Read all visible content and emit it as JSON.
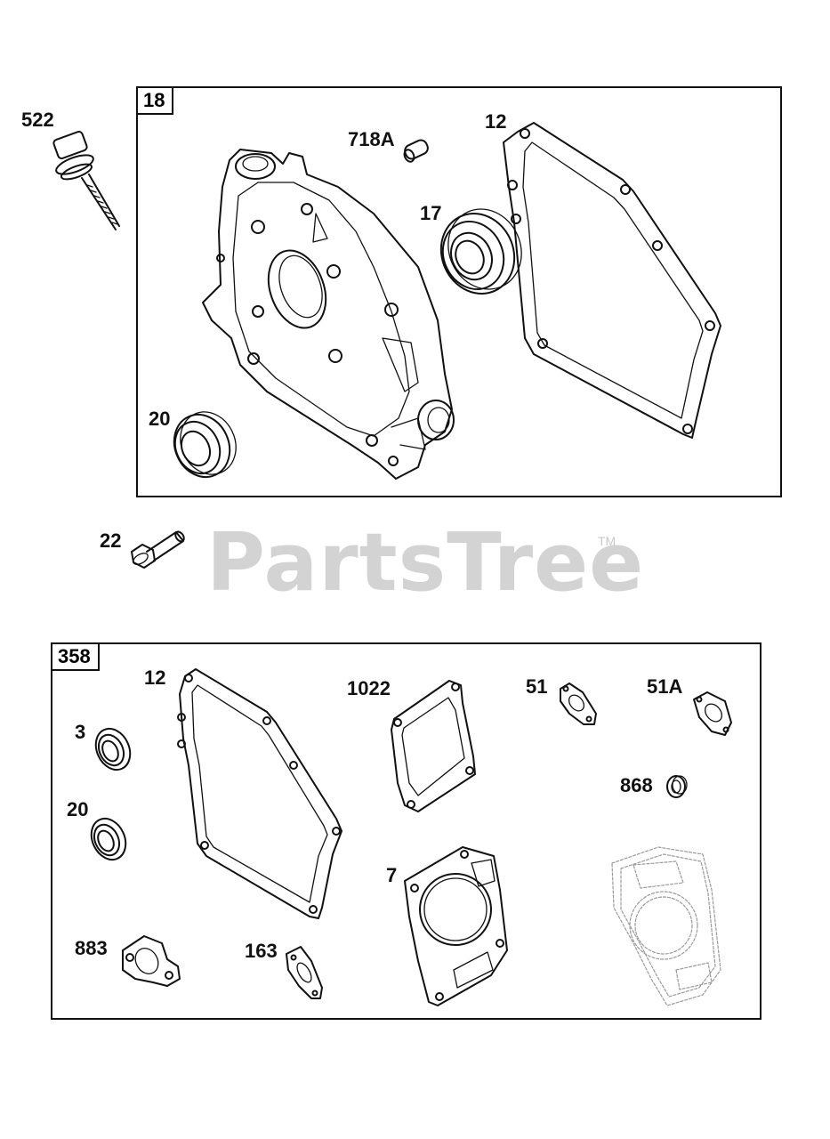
{
  "watermark": {
    "brand": "PartsTree",
    "trademark": "TM"
  },
  "groups": {
    "upper": {
      "tag": "18"
    },
    "lower": {
      "tag": "358"
    }
  },
  "parts": {
    "p522": "522",
    "p718a": "718A",
    "p12_upper": "12",
    "p17": "17",
    "p20_upper": "20",
    "p22": "22",
    "p12_lower": "12",
    "p1022": "1022",
    "p51": "51",
    "p51a": "51A",
    "p3": "3",
    "p20_lower": "20",
    "p868": "868",
    "p7": "7",
    "p883": "883",
    "p163": "163"
  }
}
